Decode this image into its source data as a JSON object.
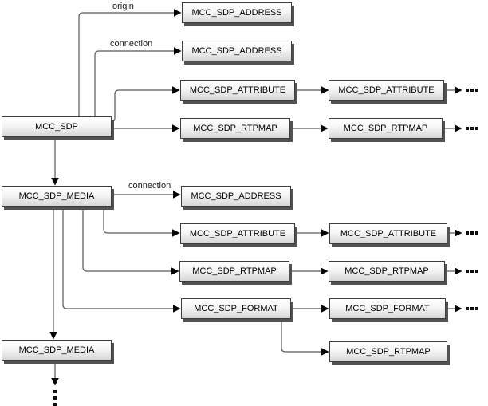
{
  "diagram": {
    "title_none_visible": "",
    "nodes": [
      {
        "id": "sdp",
        "label": "MCC_SDP"
      },
      {
        "id": "address-origin",
        "label": "MCC_SDP_ADDRESS"
      },
      {
        "id": "address-connection",
        "label": "MCC_SDP_ADDRESS"
      },
      {
        "id": "attribute-1",
        "label": "MCC_SDP_ATTRIBUTE"
      },
      {
        "id": "attribute-1-next",
        "label": "MCC_SDP_ATTRIBUTE"
      },
      {
        "id": "rtpmap-1",
        "label": "MCC_SDP_RTPMAP"
      },
      {
        "id": "rtpmap-1-next",
        "label": "MCC_SDP_RTPMAP"
      },
      {
        "id": "media-1",
        "label": "MCC_SDP_MEDIA"
      },
      {
        "id": "media-address",
        "label": "MCC_SDP_ADDRESS"
      },
      {
        "id": "media-attribute",
        "label": "MCC_SDP_ATTRIBUTE"
      },
      {
        "id": "media-attribute-next",
        "label": "MCC_SDP_ATTRIBUTE"
      },
      {
        "id": "media-rtpmap",
        "label": "MCC_SDP_RTPMAP"
      },
      {
        "id": "media-rtpmap-next",
        "label": "MCC_SDP_RTPMAP"
      },
      {
        "id": "media-format",
        "label": "MCC_SDP_FORMAT"
      },
      {
        "id": "media-format-next",
        "label": "MCC_SDP_FORMAT"
      },
      {
        "id": "format-rtpmap",
        "label": "MCC_SDP_RTPMAP"
      },
      {
        "id": "media-2",
        "label": "MCC_SDP_MEDIA"
      }
    ],
    "edge_labels": {
      "origin": "origin",
      "connection_sdp": "connection",
      "connection_media": "connection"
    },
    "continuation_marker": "...",
    "icons": [
      "arrowhead-icon",
      "ellipsis-horizontal-icon",
      "ellipsis-vertical-icon"
    ],
    "colors": {
      "background": "#ffffff",
      "box_border": "#3d3d3d",
      "box_fill_top": "#ffffff",
      "box_fill_bottom": "#d6d6d6",
      "box_shadow": "#525252",
      "line": "#575757",
      "arrowhead": "#000000",
      "text": "#000000"
    }
  }
}
